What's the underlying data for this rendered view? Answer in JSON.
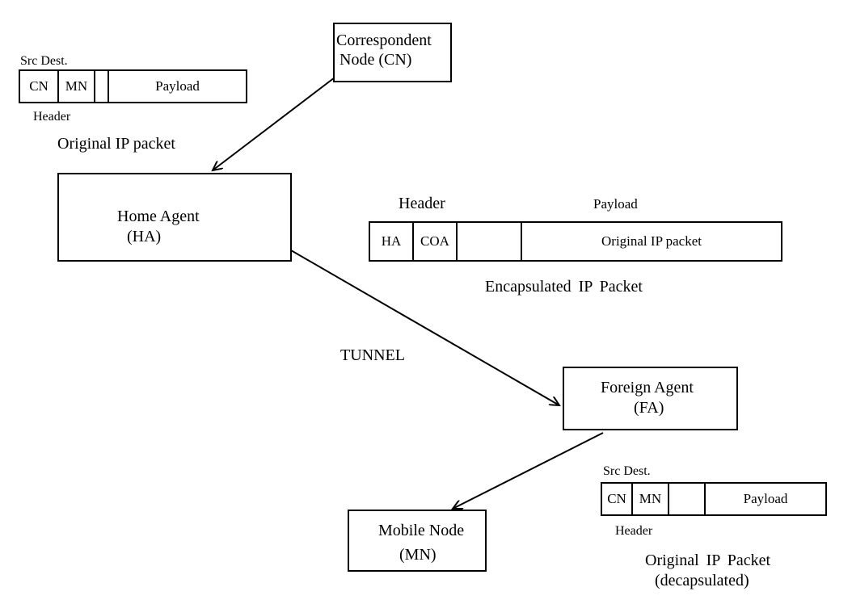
{
  "nodes": {
    "cn": {
      "line1": "Correspondent",
      "line2": "Node (CN)"
    },
    "ha": {
      "line1": "Home Agent",
      "line2": "(HA)"
    },
    "fa": {
      "line1": "Foreign Agent",
      "line2": "(FA)"
    },
    "mn": {
      "line1": "Mobile Node",
      "line2": "(MN)"
    }
  },
  "original_packet": {
    "src_dest_label": "Src Dest.",
    "cells": [
      "CN",
      "MN",
      "",
      "Payload"
    ],
    "header_label": "Header",
    "caption": "Original IP packet"
  },
  "encapsulated_packet": {
    "header_label": "Header",
    "payload_label": "Payload",
    "cells": [
      "HA",
      "COA",
      "",
      "Original IP packet"
    ],
    "caption": "Encapsulated IP Packet"
  },
  "tunnel_label": "TUNNEL",
  "decapsulated_packet": {
    "src_dest_label": "Src Dest.",
    "cells": [
      "CN",
      "MN",
      "",
      "Payload"
    ],
    "header_label": "Header",
    "caption_line1": "Original IP Packet",
    "caption_line2": "(decapsulated)"
  }
}
